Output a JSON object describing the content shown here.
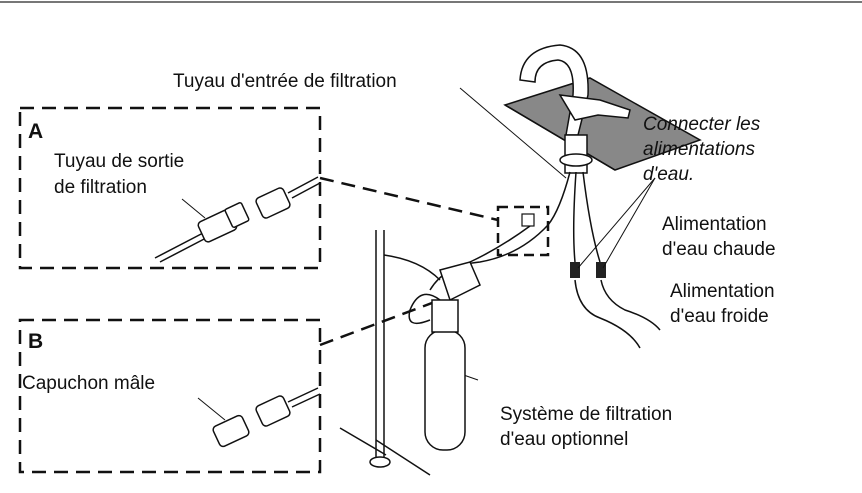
{
  "labels": {
    "inlet_tube": "Tuyau d'entrée de filtration",
    "connect_supplies": [
      "Connecter les",
      "alimentations",
      "d'eau."
    ],
    "hot_supply": [
      "Alimentation",
      "d'eau chaude"
    ],
    "cold_supply": [
      "Alimentation",
      "d'eau froide"
    ],
    "filter_system": [
      "Système de filtration",
      "d'eau optionnel"
    ]
  },
  "detail_a": {
    "tag": "A",
    "label": [
      "Tuyau de sortie",
      "de filtration"
    ]
  },
  "detail_b": {
    "tag": "B",
    "label": "Capuchon mâle"
  }
}
